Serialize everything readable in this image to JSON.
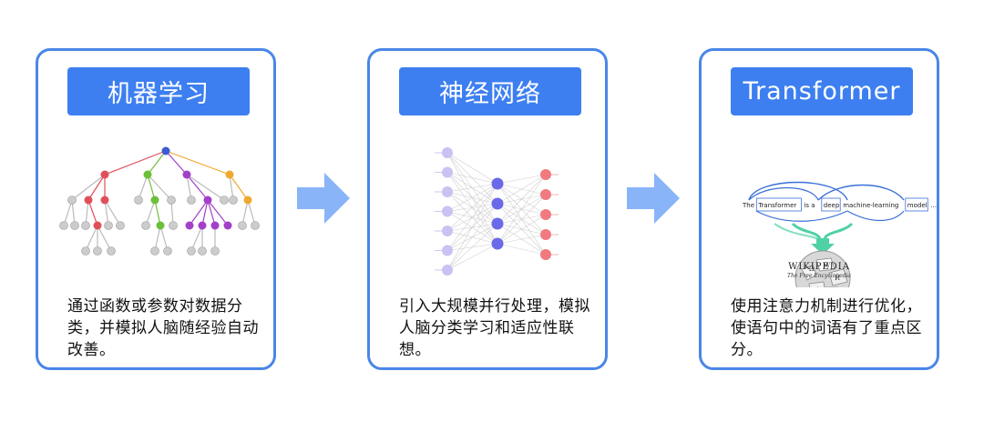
{
  "cards": [
    {
      "title": "机器学习",
      "description": "通过函数或参数对数据分类，并模拟人脑随经验自动改善。"
    },
    {
      "title": "神经网络",
      "description": "引入大规模并行处理，模拟人脑分类学习和适应性联想。"
    },
    {
      "title": "Transformer",
      "description": "使用注意力机制进行优化，使语句中的词语有了重点区分。"
    }
  ],
  "transformer_sentence": [
    "The",
    "Transformer",
    "is a",
    "deep",
    "machine-learning",
    "model",
    "..."
  ],
  "wikipedia": {
    "name": "WIKIPEDIA",
    "tagline": "The Free Encyclopedia"
  },
  "colors": {
    "accent": "#3d7ff0",
    "border": "#4a86e8",
    "arrow": "#8ab4f8",
    "tree_red": "#e0505a",
    "tree_green": "#6cbf3a",
    "tree_purple": "#a33fc8",
    "tree_orange": "#f0a830",
    "tree_blue": "#3d5bd0",
    "node_gray": "#cccccc",
    "nn_input": "#c9c2f2",
    "nn_hidden": "#6a6ae8",
    "nn_output": "#f07a80",
    "attention_green": "#4fd1a5"
  }
}
